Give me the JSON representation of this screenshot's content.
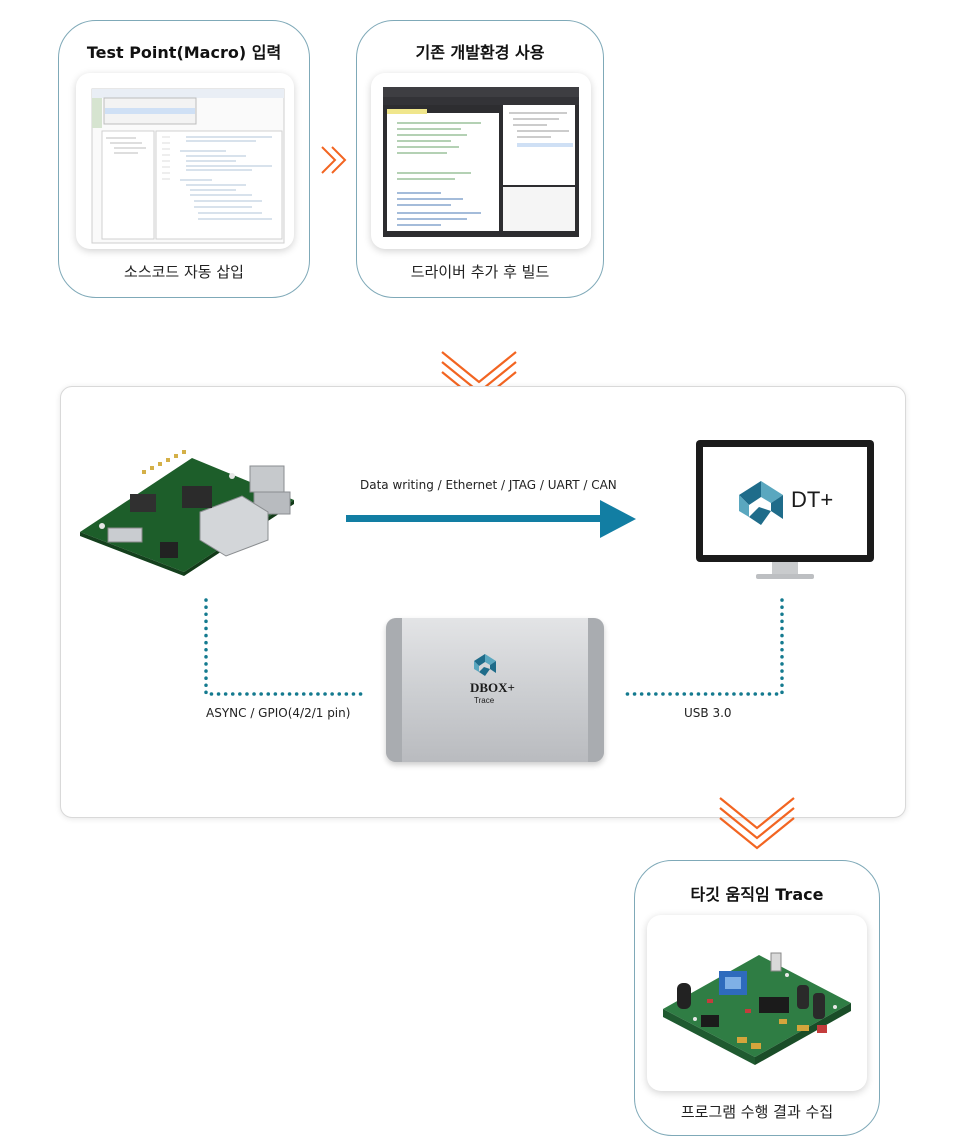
{
  "step1": {
    "title": "Test Point(Macro) 입력",
    "caption": "소스코드 자동 삽입"
  },
  "step2": {
    "title": "기존 개발환경 사용",
    "caption": "드라이버 추가 후 빌드"
  },
  "step3": {
    "title": "타깃 움직임 Trace",
    "caption": "프로그램 수행 결과 수집"
  },
  "flow": {
    "data_link_label": "Data writing / Ethernet / JTAG / UART / CAN",
    "left_link_label": "ASYNC / GPIO(4/2/1 pin)",
    "right_link_label": "USB 3.0"
  },
  "devices": {
    "monitor_logo": "DT+",
    "dbox_brand": "DBOX+",
    "dbox_sub": "Trace"
  },
  "colors": {
    "card_border": "#7fa9b8",
    "arrow_orange": "#f26522",
    "flow_teal": "#127ea3",
    "dots": "#147a8f"
  }
}
